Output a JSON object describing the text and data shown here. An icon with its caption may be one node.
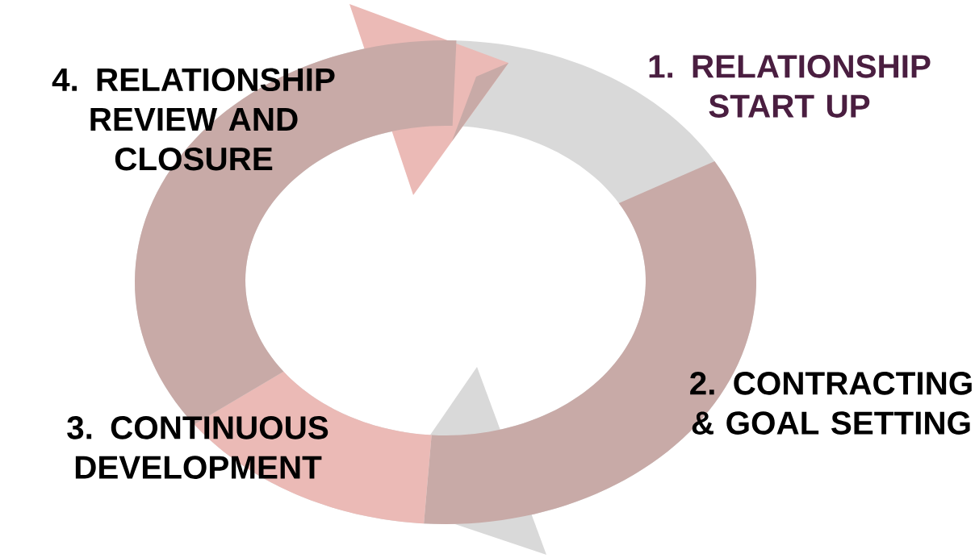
{
  "diagram": {
    "labels": [
      "1. RELATIONSHIP START UP",
      "2. CONTRACTING & GOAL SETTING",
      "3. CONTINUOUS DEVELOPMENT",
      "4. RELATIONSHIP REVIEW AND CLOSURE"
    ]
  }
}
